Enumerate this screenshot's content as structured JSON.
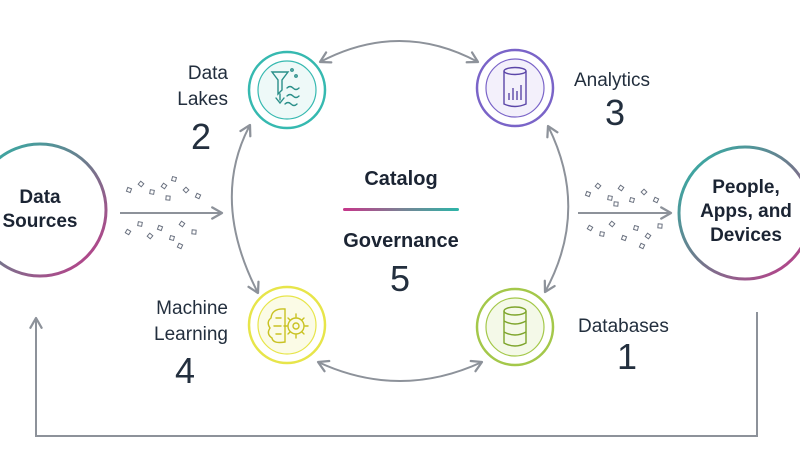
{
  "colors": {
    "background": "#ffffff",
    "text": "#232f3e",
    "arrow": "#8d929a",
    "gradient_magenta": "#c7358a",
    "gradient_teal": "#2cb5a8",
    "data_lakes": "#36b9b0",
    "analytics": "#7a64c8",
    "machine_learning": "#e7e54a",
    "databases": "#a4c84a"
  },
  "endpoints": {
    "left": {
      "label": "Data\nSources"
    },
    "right": {
      "label": "People,\nApps, and\nDevices"
    }
  },
  "center": {
    "catalog": "Catalog",
    "governance": "Governance",
    "number": "5"
  },
  "nodes": [
    {
      "id": "data-lakes",
      "name": "Data\nLakes",
      "number": "2",
      "icon": "filter-lake-icon"
    },
    {
      "id": "analytics",
      "name": "Analytics",
      "number": "3",
      "icon": "bar-chart-cylinder-icon"
    },
    {
      "id": "machine-learning",
      "name": "Machine\nLearning",
      "number": "4",
      "icon": "brain-gear-icon"
    },
    {
      "id": "databases",
      "name": "Databases",
      "number": "1",
      "icon": "database-icon"
    }
  ]
}
